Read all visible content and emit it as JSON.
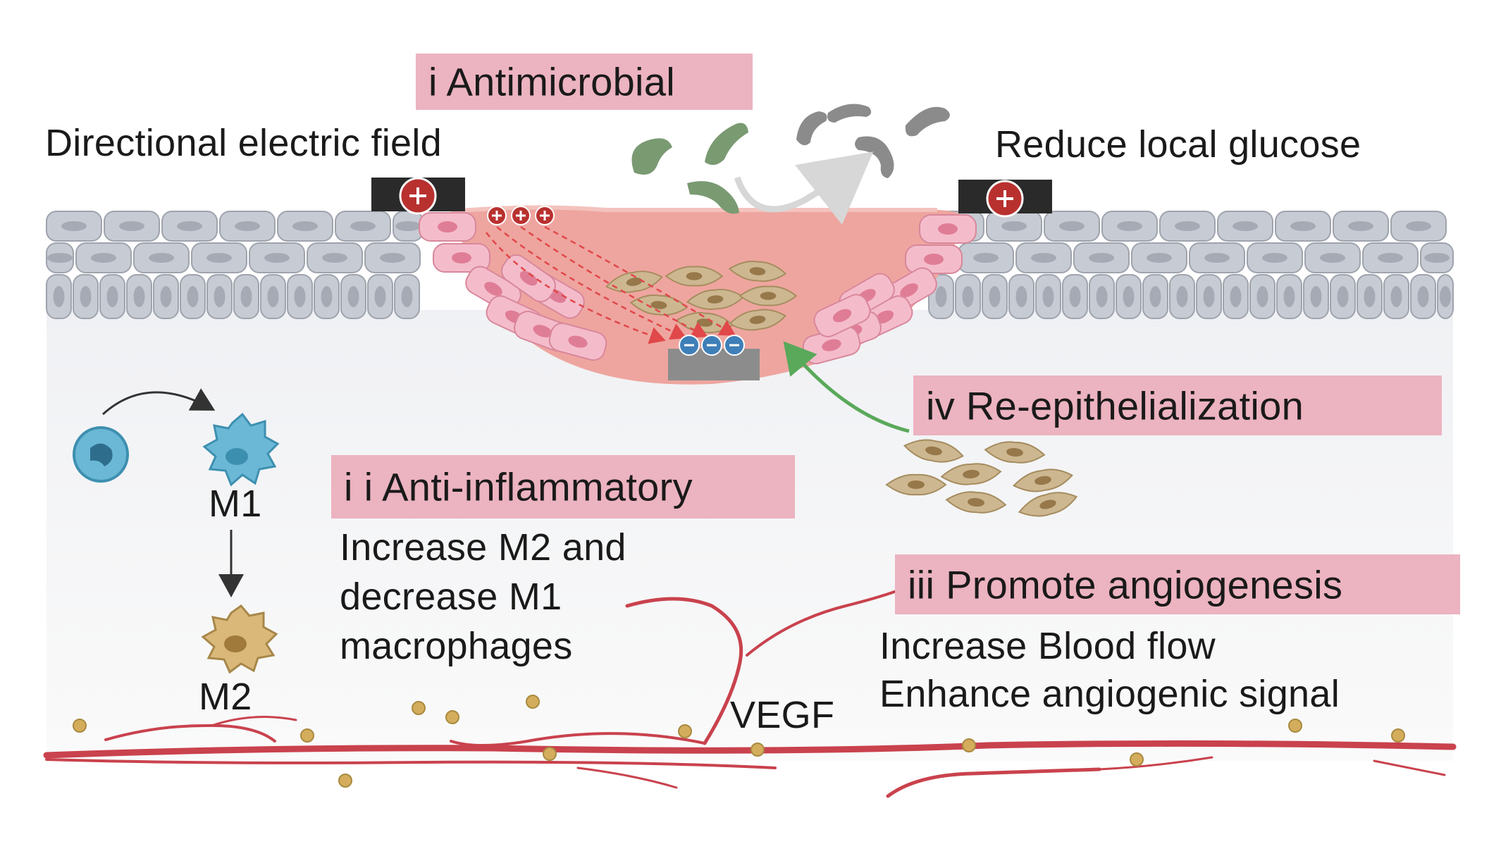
{
  "labels": {
    "directional_field": "Directional electric field",
    "reduce_glucose": "Reduce local glucose",
    "m1": "M1",
    "m2": "M2",
    "vegf": "VEGF"
  },
  "banners": {
    "antimicrobial": "i Antimicrobial",
    "anti_inflammatory": "i i  Anti-inflammatory",
    "angiogenesis": "iii Promote angiogenesis",
    "reepithelialization": "iv Re-epithelialization"
  },
  "notes": {
    "macrophage_line1": "Increase M2 and",
    "macrophage_line2": "decrease M1",
    "macrophage_line3": "macrophages",
    "angio_line1": "Increase Blood flow",
    "angio_line2": "Enhance angiogenic signal"
  },
  "colors": {
    "banner": "#ecb3c0",
    "wound": "#eea59f",
    "epithelium": "#c7cbd3",
    "vessel": "#c9424d",
    "positive_charge": "#b8312f",
    "negative_charge": "#3f7fb8",
    "migration_arrow": "#5aa95a"
  }
}
